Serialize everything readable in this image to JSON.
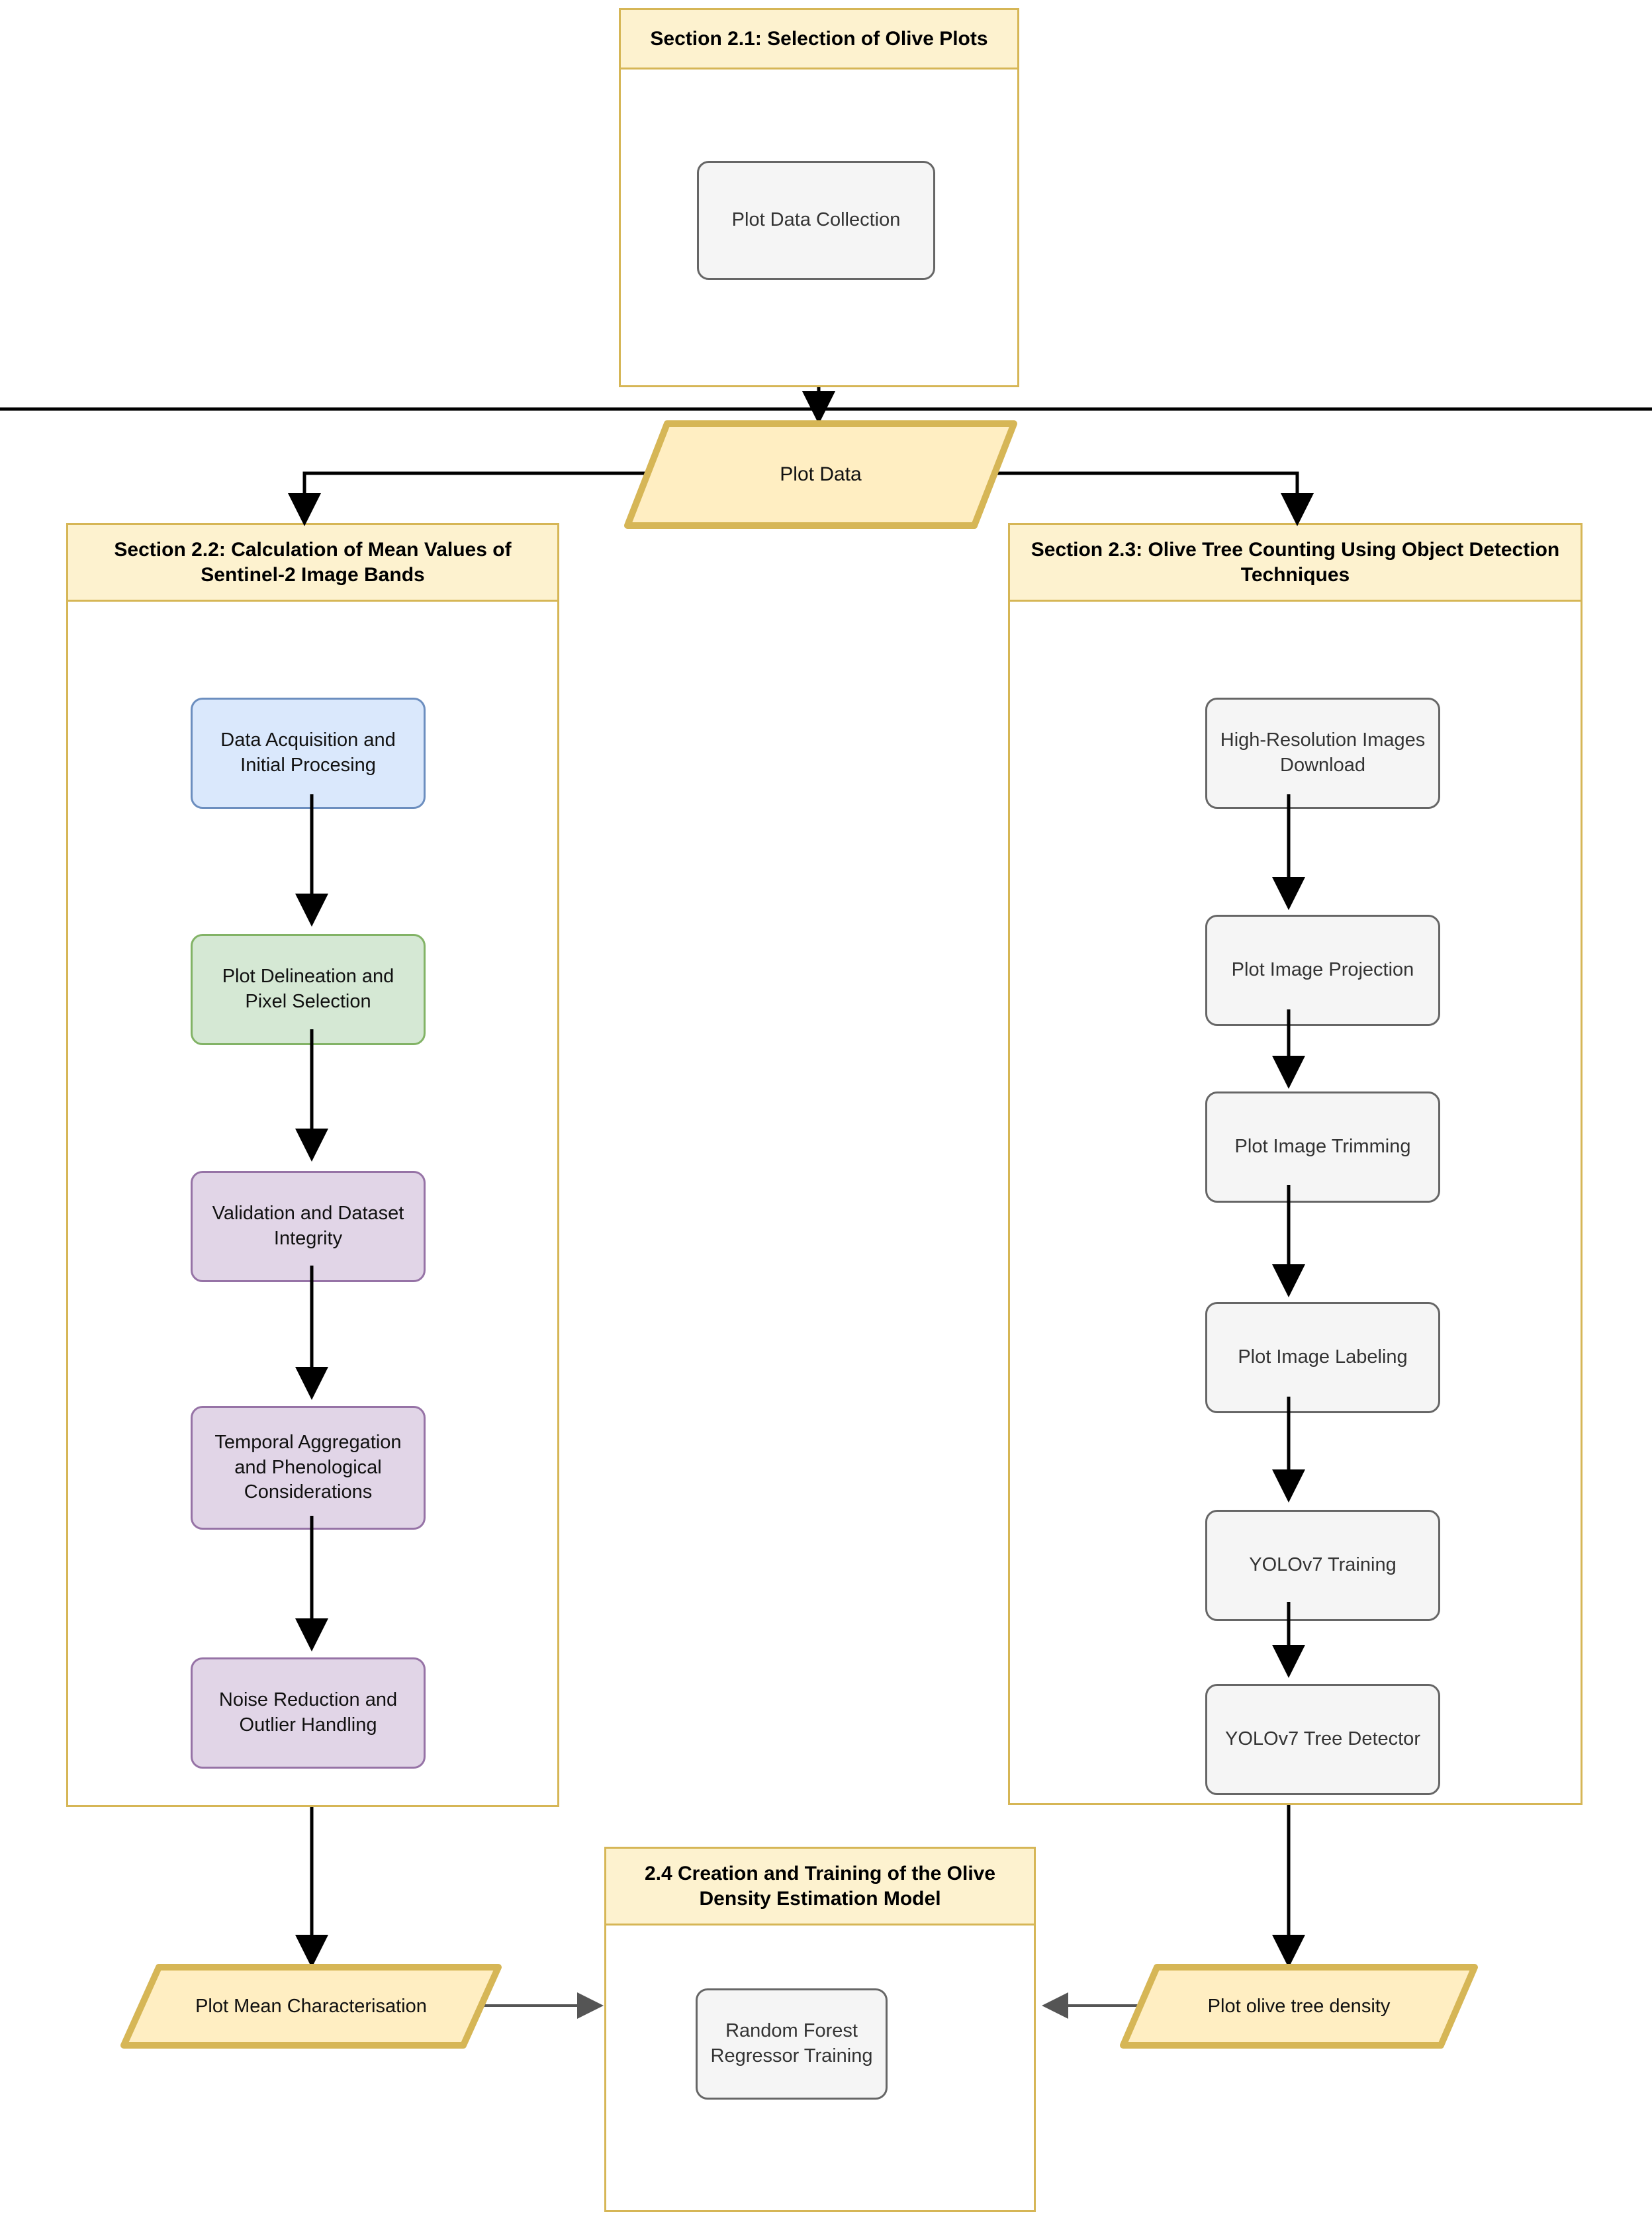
{
  "diagram": {
    "title_flow": "Olive plot density estimation methodology flowchart",
    "colors": {
      "section_border": "#d6b656",
      "section_header_fill": "#fdf2cf",
      "data_node_fill": "#ffeec2",
      "data_node_border": "#d6b656",
      "node_default_fill": "#f5f5f5",
      "node_default_border": "#666666",
      "node_blue_fill": "#dae8fc",
      "node_blue_border": "#6c8ebf",
      "node_green_fill": "#d5e8d4",
      "node_green_border": "#82b366",
      "node_purple_fill": "#e1d5e7",
      "node_purple_border": "#9673a6",
      "connector": "#000000",
      "connector_grey": "#555555"
    }
  },
  "sections": {
    "s21": {
      "header": "Section 2.1: Selection of Olive Plots",
      "nodes": [
        {
          "label": "Plot Data Collection",
          "style": "default"
        }
      ]
    },
    "s22": {
      "header": "Section 2.2: Calculation of Mean Values of Sentinel-2 Image Bands",
      "nodes": [
        {
          "label": "Data Acquisition and Initial Procesing",
          "style": "blue"
        },
        {
          "label": "Plot Delineation and Pixel Selection",
          "style": "green"
        },
        {
          "label": "Validation and Dataset Integrity",
          "style": "purple"
        },
        {
          "label": "Temporal Aggregation and Phenological Considerations",
          "style": "purple"
        },
        {
          "label": "Noise Reduction and Outlier Handling",
          "style": "purple"
        }
      ]
    },
    "s23": {
      "header": "Section 2.3: Olive Tree Counting Using Object Detection Techniques",
      "nodes": [
        {
          "label": "High-Resolution Images Download",
          "style": "default"
        },
        {
          "label": "Plot Image Projection",
          "style": "default"
        },
        {
          "label": "Plot Image Trimming",
          "style": "default"
        },
        {
          "label": "Plot Image Labeling",
          "style": "default"
        },
        {
          "label": "YOLOv7 Training",
          "style": "default"
        },
        {
          "label": "YOLOv7 Tree Detector",
          "style": "default"
        }
      ]
    },
    "s24": {
      "header": "2.4 Creation and Training of the Olive Density Estimation Model",
      "nodes": [
        {
          "label": "Random Forest Regressor Training",
          "style": "default"
        }
      ]
    }
  },
  "data_nodes": {
    "plot_data": "Plot Data",
    "plot_mean": "Plot Mean Characterisation",
    "plot_density": "Plot olive tree density"
  }
}
